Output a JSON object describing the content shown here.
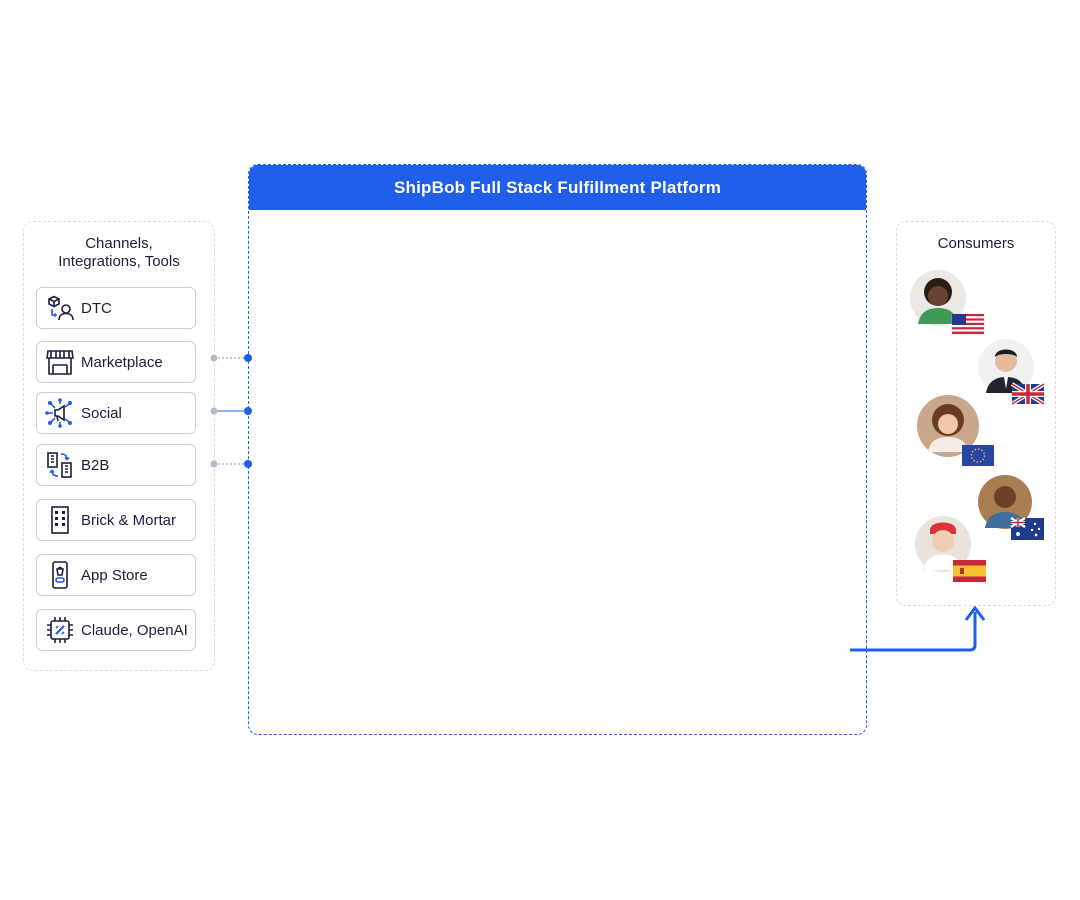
{
  "platform": {
    "title": "ShipBob Full Stack Fulfillment Platform"
  },
  "channels_panel": {
    "title_line1": "Channels,",
    "title_line2": "Integrations, Tools",
    "items": [
      {
        "label": "DTC",
        "icon": "box-person-icon"
      },
      {
        "label": "Marketplace",
        "icon": "storefront-icon"
      },
      {
        "label": "Social",
        "icon": "megaphone-network-icon"
      },
      {
        "label": "B2B",
        "icon": "buildings-exchange-icon"
      },
      {
        "label": "Brick & Mortar",
        "icon": "building-icon"
      },
      {
        "label": "App Store",
        "icon": "smartphone-icon"
      },
      {
        "label": "Claude, OpenAI",
        "icon": "ai-chip-icon"
      }
    ]
  },
  "consumers_panel": {
    "title": "Consumers",
    "consumers": [
      {
        "flag": "us-flag-icon"
      },
      {
        "flag": "uk-flag-icon"
      },
      {
        "flag": "eu-flag-icon"
      },
      {
        "flag": "australia-flag-icon"
      },
      {
        "flag": "spain-flag-icon"
      }
    ]
  },
  "colors": {
    "accent": "#1f5ee9",
    "text": "#1b1f3b",
    "border": "#c9cdd8"
  }
}
